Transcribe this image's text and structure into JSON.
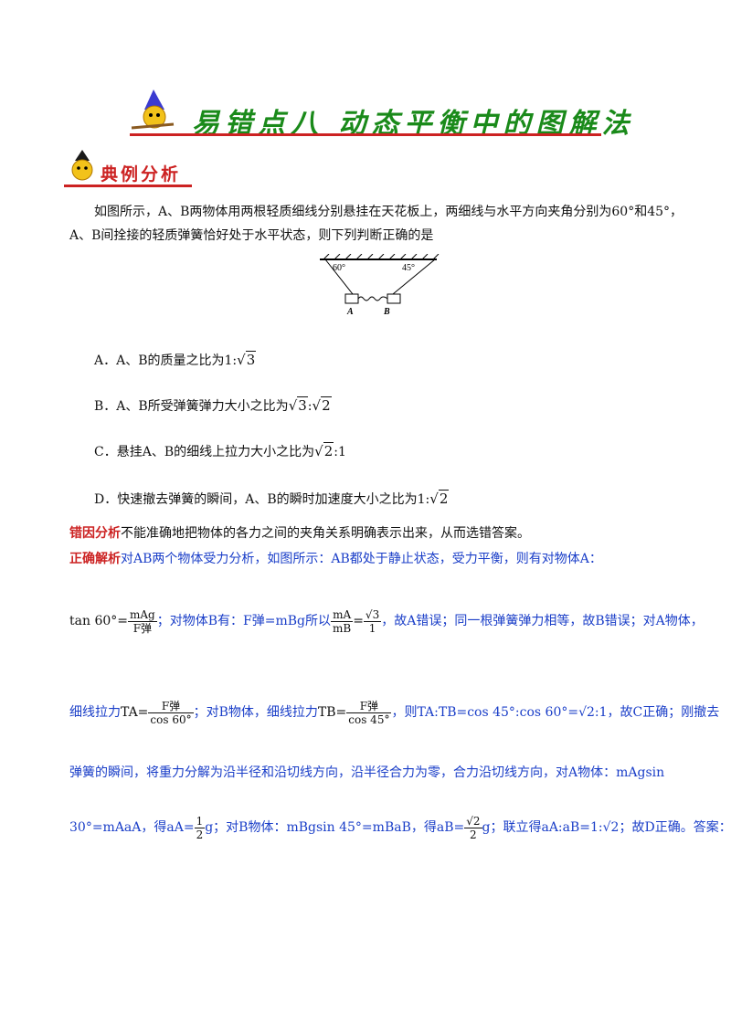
{
  "header": {
    "title": "易错点八  动态平衡中的图解法",
    "section": "典例分析"
  },
  "question": {
    "line1": "如图所示，A、B两物体用两根轻质细线分别悬挂在天花板上，两细线与水平方向夹角分别为60°和45°，",
    "line2": "A、B间拴接的轻质弹簧恰好处于水平状态，则下列判断正确的是"
  },
  "figure": {
    "angle_left": "60°",
    "angle_right": "45°",
    "label_a": "A",
    "label_b": "B"
  },
  "options": {
    "a_prefix": "A．A、B的质量之比为1:",
    "b_prefix": "B．A、B所受弹簧弹力大小之比为",
    "c_prefix": "C．悬挂A、B的细线上拉力大小之比为",
    "c_suffix": ":1",
    "d_prefix": "D．快速撤去弹簧的瞬间，A、B的瞬时加速度大小之比为1:",
    "sqrt3": "3",
    "sqrt2": "2",
    "colon": ":"
  },
  "error_cause": {
    "label": "错因分析",
    "text": "不能准确地把物体的各力之间的夹角关系明确表示出来，从而选错答案。"
  },
  "analysis": {
    "label": "正确解析",
    "line1": "对AB两个物体受力分析，如图所示：AB都处于静止状态，受力平衡，则有对物体A：",
    "tan": "tan 60°=",
    "frac1_num": "mAg",
    "frac1_den": "F弹",
    "seg1": "；对物体B有：F弹=mBg所以",
    "frac2_num": "mA",
    "frac2_den": "mB",
    "eq": "=",
    "frac3_num": "√3",
    "frac3_den": "1",
    "seg2": "，故A错误；同一根弹簧弹力相等，故B错误；对A物体，",
    "seg3": "细线拉力",
    "ta": "TA=",
    "frac4_num": "F弹",
    "frac4_den": "cos 60°",
    "seg4": "；对B物体，细线拉力",
    "tb": "TB=",
    "frac5_num": "F弹",
    "frac5_den": "cos 45°",
    "seg5": "，则TA:TB=cos 45°:cos 60°=√2:1，故C正确；刚撤去",
    "line4": "弹簧的瞬间，将重力分解为沿半径和沿切线方向，沿半径合力为零，合力沿切线方向，对A物体：mAgsin",
    "seg6": "30°=mAaA，得aA=",
    "frac6_num": "1",
    "frac6_den": "2",
    "seg7": "g；对B物体：mBgsin 45°=mBaB，得aB=",
    "frac7_num": "√2",
    "frac7_den": "2",
    "seg8": "g；联立得aA:aB=1:√2；故D正确。答案：CD。"
  }
}
